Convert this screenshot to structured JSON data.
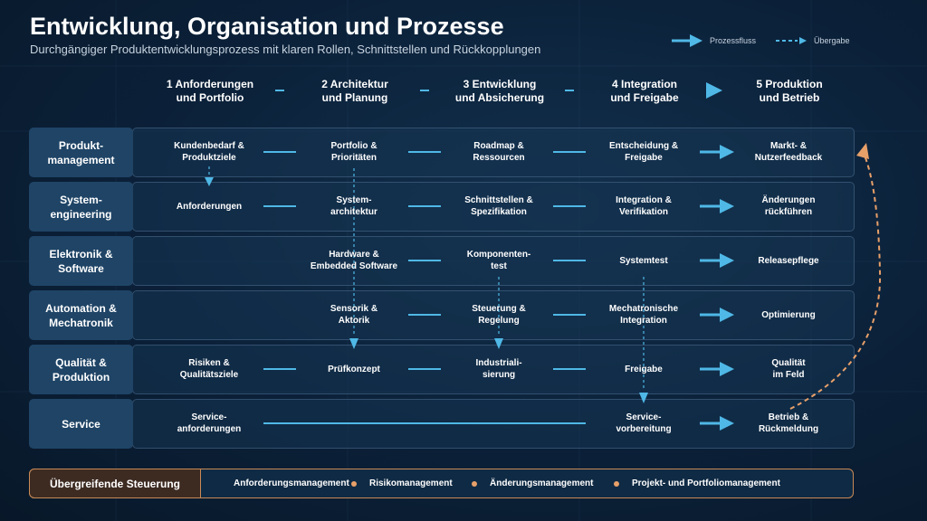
{
  "header": {
    "title": "Entwicklung, Organisation und Prozesse",
    "subtitle": "Durchgängiger Produktentwicklungsprozess mit klaren Rollen, Schnittstellen und Rückkopplungen"
  },
  "legend": {
    "flow_label": "Prozessfluss",
    "handover_label": "Übergabe"
  },
  "stages": [
    {
      "label": "1 Anforderungen\nund Portfolio"
    },
    {
      "label": "2 Architektur\nund Planung"
    },
    {
      "label": "3 Entwicklung\nund Absicherung"
    },
    {
      "label": "4 Integration\nund Freigabe"
    },
    {
      "label": "5 Produktion\nund Betrieb"
    }
  ],
  "rows": [
    {
      "label": "Produkt-\nmanagement",
      "cells": [
        "Kundenbedarf &\nProduktziele",
        "Portfolio &\nPrioritäten",
        "Roadmap &\nRessourcen",
        "Entscheidung &\nFreigabe",
        "Markt- &\nNutzerfeedback"
      ]
    },
    {
      "label": "System-\nengineering",
      "cells": [
        "Anforderungen",
        "System-\narchitektur",
        "Schnittstellen &\nSpezifikation",
        "Integration &\nVerifikation",
        "Änderungen\nrückführen"
      ]
    },
    {
      "label": "Elektronik &\nSoftware",
      "cells": [
        "",
        "Hardware &\nEmbedded Software",
        "Komponenten-\ntest",
        "Systemtest",
        "Releasepflege"
      ]
    },
    {
      "label": "Automation &\nMechatronik",
      "cells": [
        "",
        "Sensorik &\nAktorik",
        "Steuerung &\nRegelung",
        "Mechatronische\nIntegration",
        "Optimierung"
      ]
    },
    {
      "label": "Qualität &\nProduktion",
      "cells": [
        "Risiken &\nQualitätsziele",
        "Prüfkonzept",
        "Industriali-\nsierung",
        "Freigabe",
        "Qualität\nim Feld"
      ]
    },
    {
      "label": "Service",
      "cells": [
        "Service-\nanforderungen",
        "",
        "",
        "Service-\nvorbereitung",
        "Betrieb &\nRückmeldung"
      ]
    }
  ],
  "governance": {
    "label": "Übergreifende Steuerung",
    "items": [
      "Anforderungsmanagement",
      "Risikomanagement",
      "Änderungsmanagement",
      "Projekt- und Portfoliomanagement"
    ]
  },
  "colors": {
    "flow": "#4fb8e6",
    "feedback": "#e8a069",
    "row_label_bg": "#1f4466",
    "background": "#0b2038"
  }
}
